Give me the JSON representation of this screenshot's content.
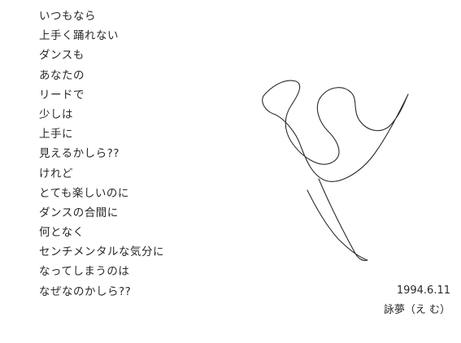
{
  "poem": {
    "lines": [
      "いつもなら",
      "上手く踊れない",
      "ダンスも",
      "あなたの",
      "リードで",
      "少しは",
      "上手に",
      "見えるかしら??",
      "けれど",
      "とても楽しいのに",
      "ダンスの合間に",
      "何となく",
      "センチメンタルな気分に",
      "なってしまうのは",
      "なぜなのかしら??"
    ]
  },
  "signature": {
    "date": "1994.6.11",
    "name": "詠夢（え む）"
  },
  "colors": {
    "ink": "#2a2a2a",
    "background": "#ffffff"
  }
}
